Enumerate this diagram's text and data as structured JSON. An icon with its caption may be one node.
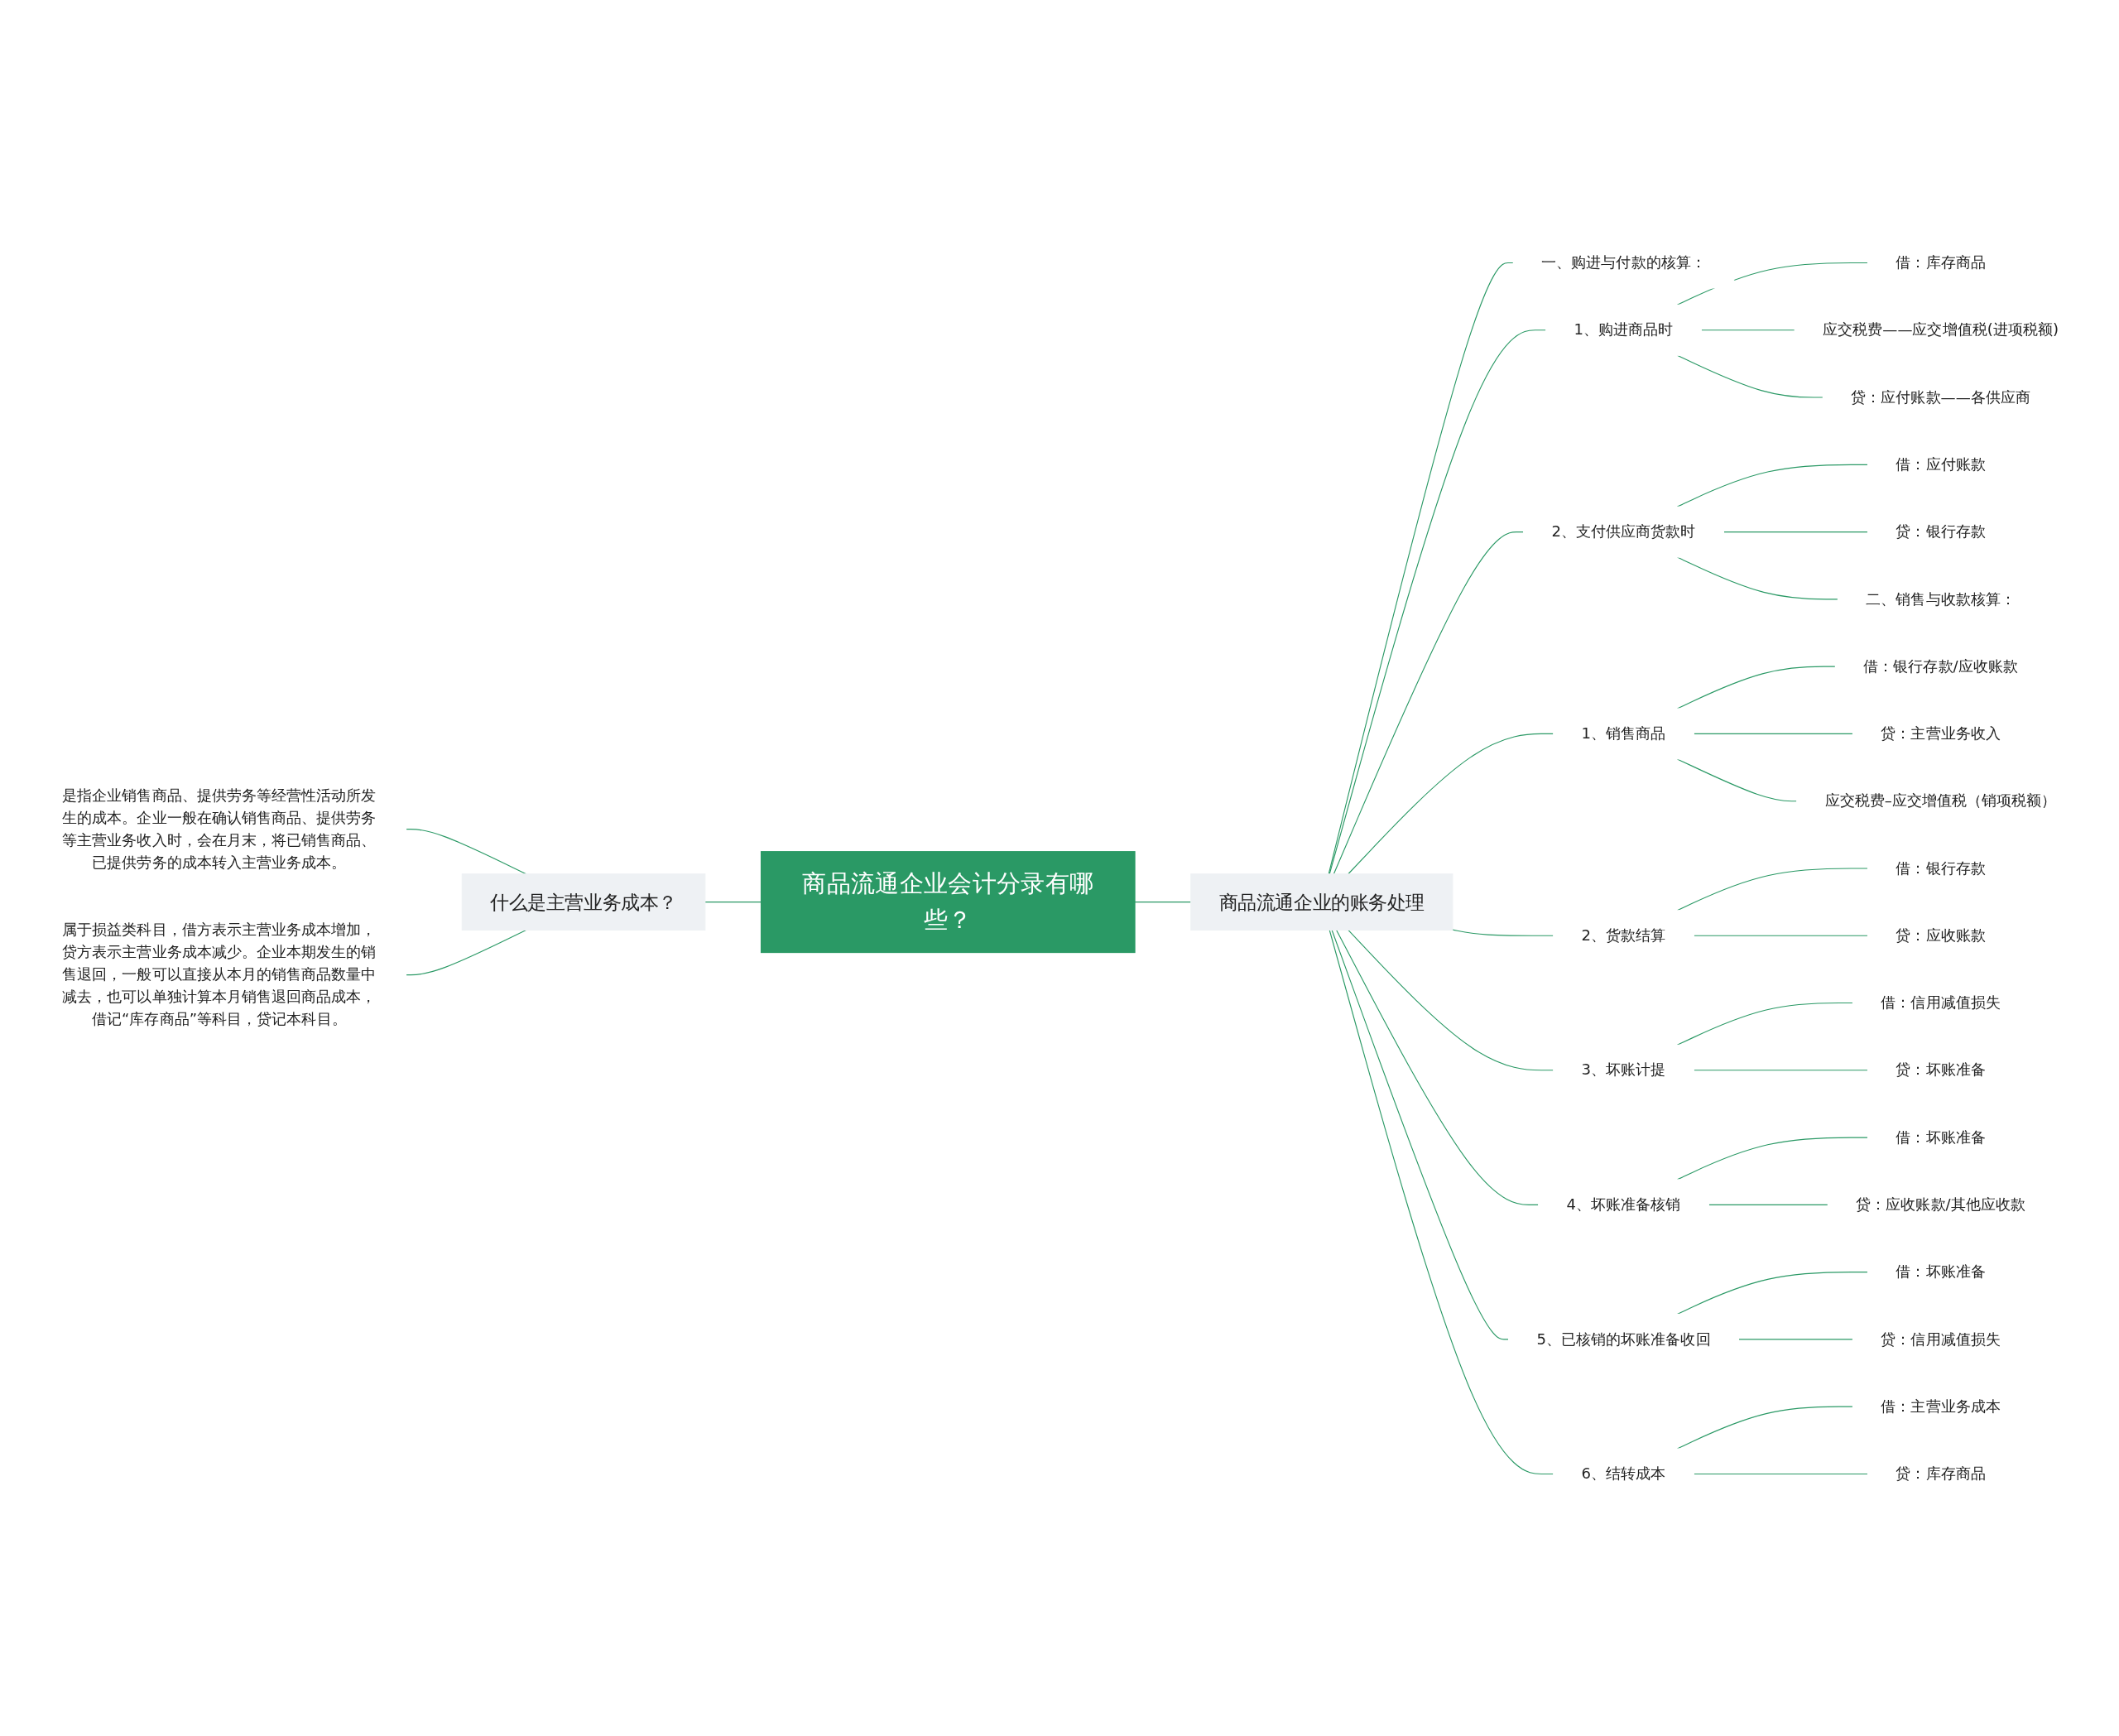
{
  "diagram": {
    "nodes": [
      {
        "text": [
          "商品流通企业会计分录有哪些？"
        ]
      },
      {
        "text": [
          "什么是主营业务成本？"
        ]
      },
      {
        "text": [
          "是指企业销售商品、提供劳务等经营性活动所发生的成本。企业一般在确认销售商品、提供劳务等主营业务收入时，会在月末，将已销售商品、已提供劳务的成本转入主营业务成本。"
        ]
      },
      {
        "text": [
          "属于损益类科目，借方表示主营业务成本增加，贷方表示主营业务成本减少。企业本期发生的销售退回，一般可以直接从本月的销售商品数量中减去，也可以单独计算本月销售退回商品成本，借记“库存商品”等科目，贷记本科目。"
        ]
      },
      {
        "text": [
          "商品流通企业的账务处理"
        ]
      },
      {
        "text": [
          "一、购进与付款的核算："
        ]
      },
      {
        "text": [
          "1、购进商品时"
        ]
      },
      {
        "text": [
          "借：库存商品"
        ]
      },
      {
        "text": [
          "应交税费——应交增值税(进项税额)"
        ]
      },
      {
        "text": [
          "贷：应付账款——各供应商"
        ]
      },
      {
        "text": [
          "2、支付供应商货款时"
        ]
      },
      {
        "text": [
          "借：应付账款"
        ]
      },
      {
        "text": [
          "贷：银行存款"
        ]
      },
      {
        "text": [
          "二、销售与收款核算："
        ]
      },
      {
        "text": [
          "1、销售商品"
        ]
      },
      {
        "text": [
          "借：银行存款/应收账款"
        ]
      },
      {
        "text": [
          "贷：主营业务收入"
        ]
      },
      {
        "text": [
          "应交税费–应交增值税（销项税额）"
        ]
      },
      {
        "text": [
          "2、货款结算"
        ]
      },
      {
        "text": [
          "借：银行存款"
        ]
      },
      {
        "text": [
          "贷：应收账款"
        ]
      },
      {
        "text": [
          "3、坏账计提"
        ]
      },
      {
        "text": [
          "借：信用减值损失"
        ]
      },
      {
        "text": [
          "贷：坏账准备"
        ]
      },
      {
        "text": [
          "4、坏账准备核销"
        ]
      },
      {
        "text": [
          "借：坏账准备"
        ]
      },
      {
        "text": [
          "贷：应收账款/其他应收款"
        ]
      },
      {
        "text": [
          "5、已核销的坏账准备收回"
        ]
      },
      {
        "text": [
          "借：坏账准备"
        ]
      },
      {
        "text": [
          "贷：信用减值损失"
        ]
      },
      {
        "text": [
          "6、结转成本"
        ]
      },
      {
        "text": [
          "借：主营业务成本"
        ]
      },
      {
        "text": [
          "贷：库存商品"
        ]
      }
    ],
    "edges": [
      {
        "from": 1,
        "to": 0,
        "arrow": "none"
      },
      {
        "from": 2,
        "to": 1,
        "arrow": "none"
      },
      {
        "from": 3,
        "to": 1,
        "arrow": "none"
      },
      {
        "from": 0,
        "to": 4,
        "arrow": "none"
      },
      {
        "from": 4,
        "to": 5,
        "arrow": "none"
      },
      {
        "from": 4,
        "to": 6,
        "arrow": "none"
      },
      {
        "from": 6,
        "to": 7,
        "arrow": "none"
      },
      {
        "from": 6,
        "to": 8,
        "arrow": "none"
      },
      {
        "from": 6,
        "to": 9,
        "arrow": "none"
      },
      {
        "from": 4,
        "to": 10,
        "arrow": "none"
      },
      {
        "from": 10,
        "to": 11,
        "arrow": "none"
      },
      {
        "from": 10,
        "to": 12,
        "arrow": "none"
      },
      {
        "from": 10,
        "to": 13,
        "arrow": "none"
      },
      {
        "from": 4,
        "to": 14,
        "arrow": "none"
      },
      {
        "from": 14,
        "to": 15,
        "arrow": "none"
      },
      {
        "from": 14,
        "to": 16,
        "arrow": "none"
      },
      {
        "from": 14,
        "to": 17,
        "arrow": "none"
      },
      {
        "from": 4,
        "to": 18,
        "arrow": "none"
      },
      {
        "from": 18,
        "to": 19,
        "arrow": "none"
      },
      {
        "from": 18,
        "to": 20,
        "arrow": "none"
      },
      {
        "from": 4,
        "to": 21,
        "arrow": "none"
      },
      {
        "from": 21,
        "to": 22,
        "arrow": "none"
      },
      {
        "from": 21,
        "to": 23,
        "arrow": "none"
      },
      {
        "from": 4,
        "to": 24,
        "arrow": "none"
      },
      {
        "from": 24,
        "to": 25,
        "arrow": "none"
      },
      {
        "from": 24,
        "to": 26,
        "arrow": "none"
      },
      {
        "from": 4,
        "to": 27,
        "arrow": "none"
      },
      {
        "from": 27,
        "to": 28,
        "arrow": "none"
      },
      {
        "from": 27,
        "to": 29,
        "arrow": "none"
      },
      {
        "from": 4,
        "to": 30,
        "arrow": "none"
      },
      {
        "from": 30,
        "to": 31,
        "arrow": "none"
      },
      {
        "from": 30,
        "to": 32,
        "arrow": "none"
      }
    ]
  }
}
